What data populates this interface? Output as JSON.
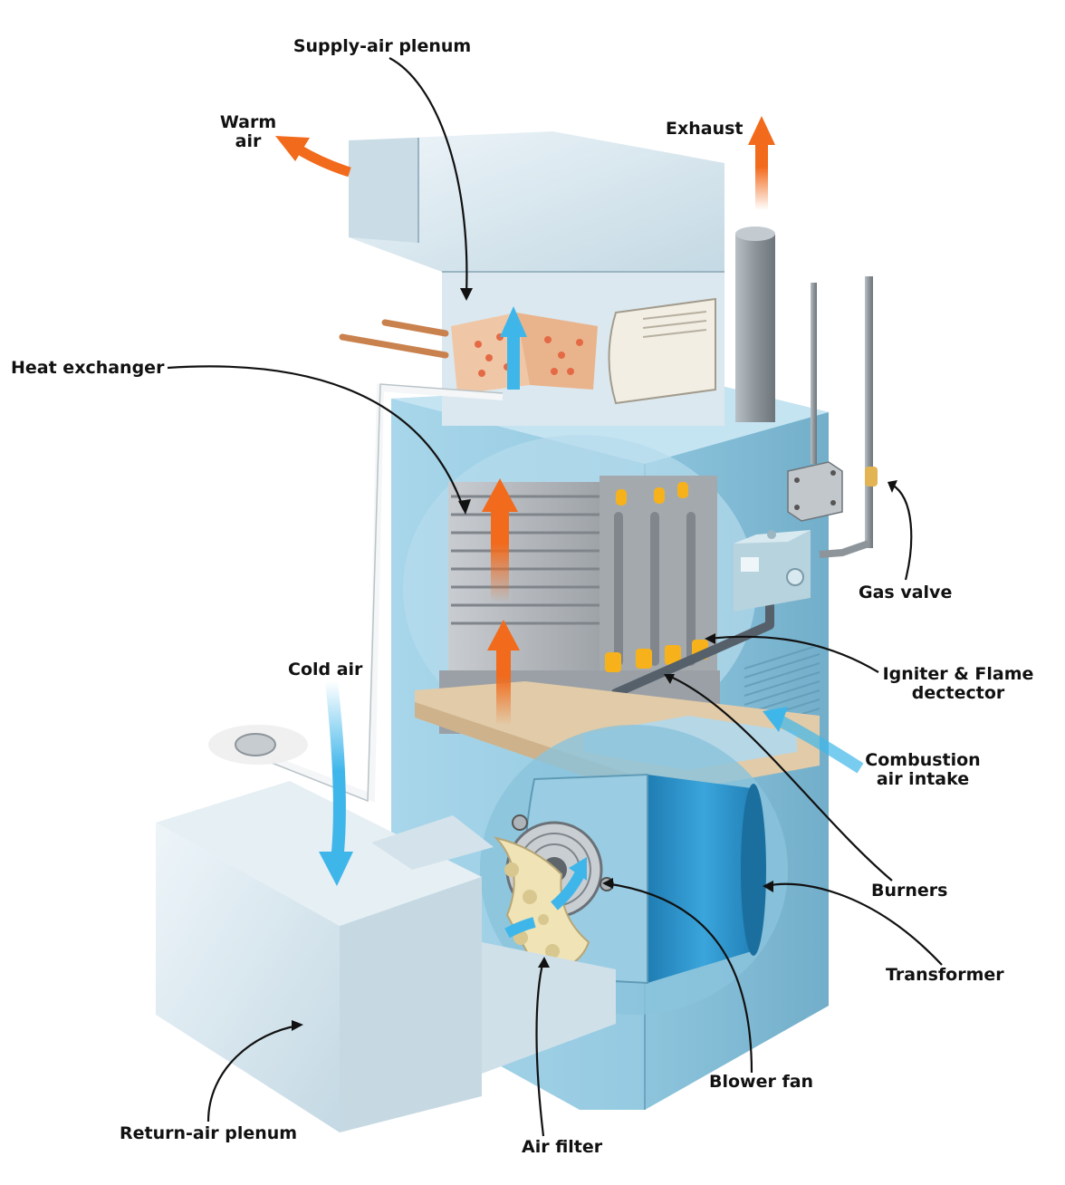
{
  "labels": {
    "supply_air_plenum": "Supply-air plenum",
    "warm_air_line1": "Warm",
    "warm_air_line2": "air",
    "exhaust": "Exhaust",
    "heat_exchanger": "Heat exchanger",
    "gas_valve": "Gas valve",
    "igniter_line1": "Igniter & Flame",
    "igniter_line2": "dectector",
    "cold_air": "Cold air",
    "combustion_line1": "Combustion",
    "combustion_line2": "air intake",
    "burners": "Burners",
    "transformer": "Transformer",
    "blower_fan": "Blower fan",
    "return_air_plenum": "Return-air plenum",
    "air_filter": "Air filter"
  },
  "colors": {
    "cabinet": "#9fd0e6",
    "cabinet_dark": "#7fb8d3",
    "duct": "#d7e6ee",
    "warm_arrow": "#f26a1b",
    "cool_arrow": "#3fb6ea",
    "shelf": "#e2cba8",
    "blower_housing": "#2b8fc6",
    "pipe": "#9aa2a8",
    "copper": "#c9824e",
    "flame": "#f7b21b"
  },
  "icons": {
    "warm_arrow": "warm-air-arrow-icon",
    "cool_arrow": "cool-air-arrow-icon"
  }
}
